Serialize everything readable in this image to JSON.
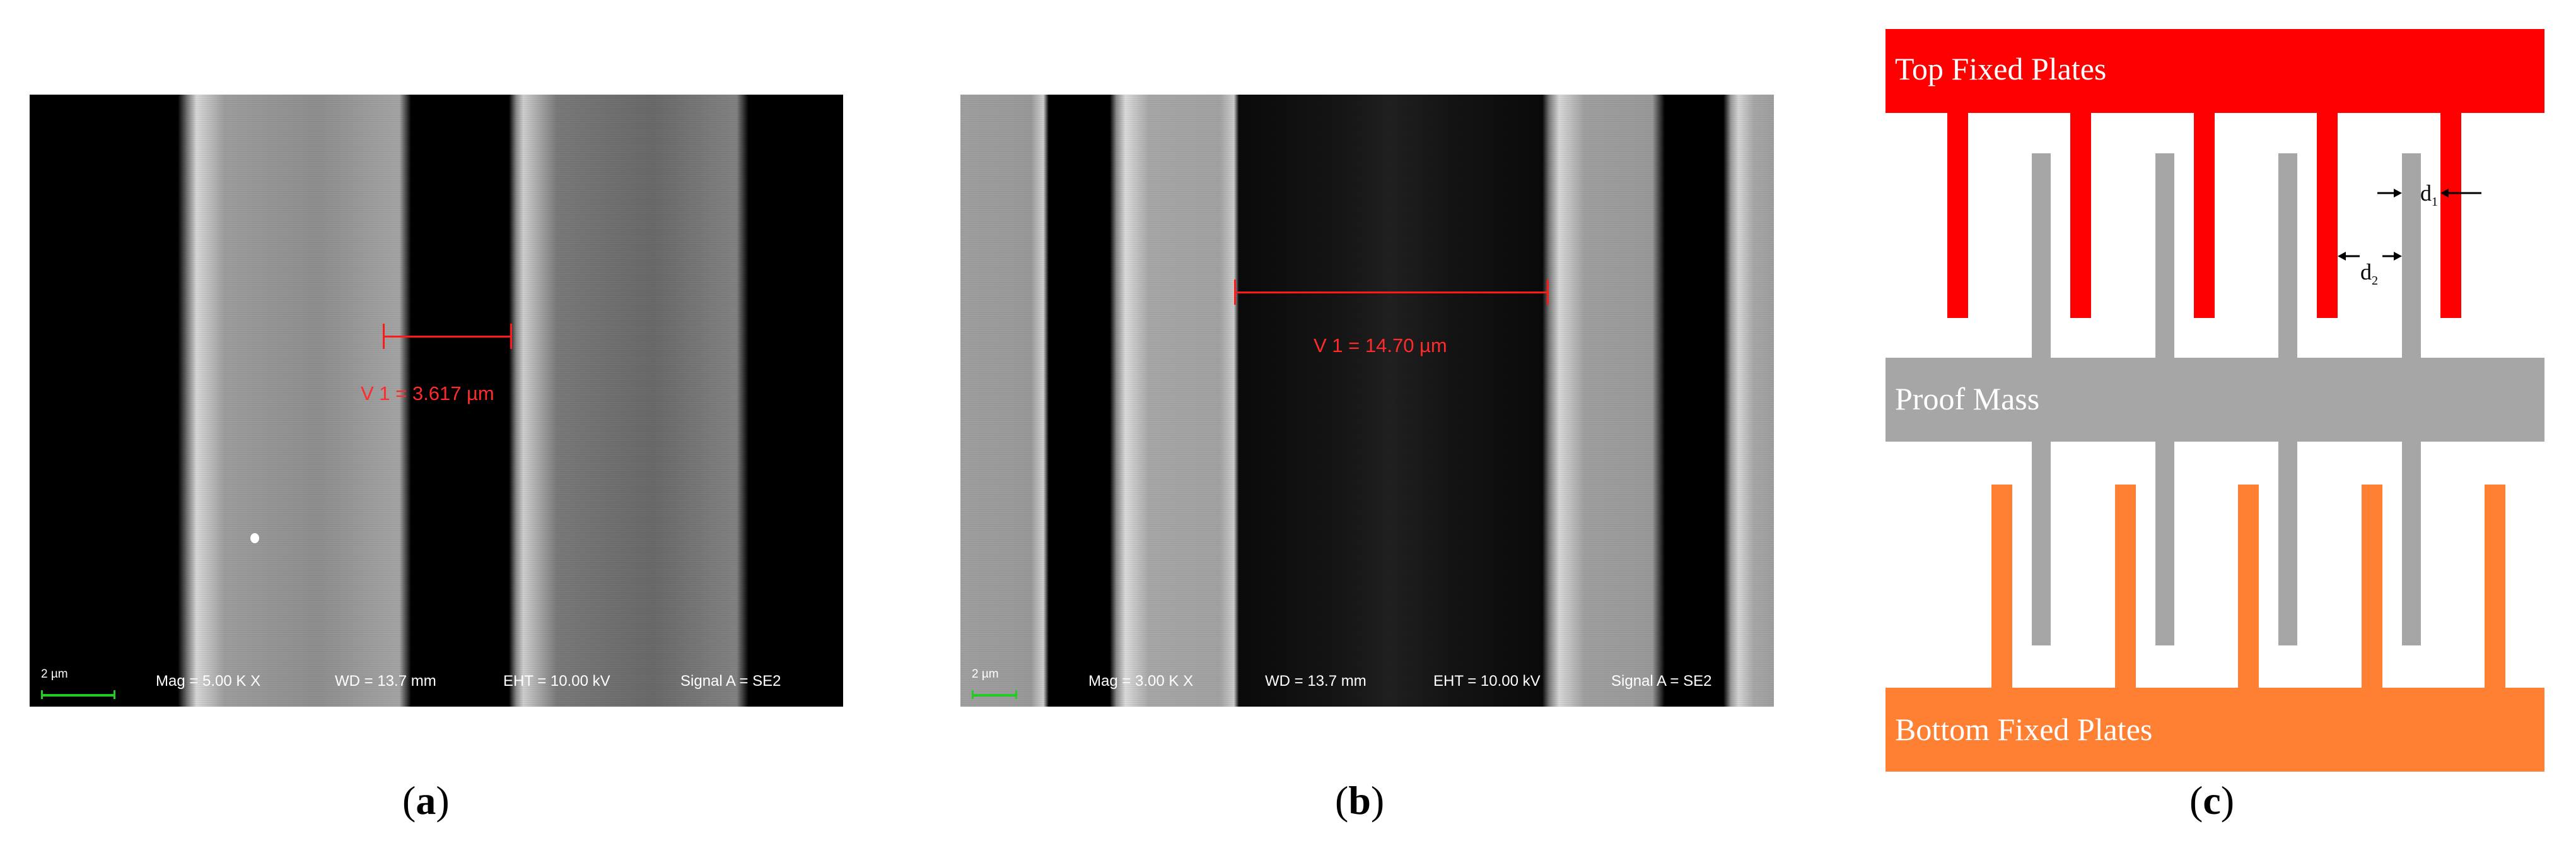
{
  "panel_a": {
    "measurement": "V 1 = 3.617 µm",
    "scale": "2 µm",
    "mag": "Mag =    5.00 K X",
    "wd": "WD = 13.7 mm",
    "eht": "EHT = 10.00 kV",
    "signal": "Signal A = SE2"
  },
  "panel_b": {
    "measurement": "V 1 = 14.70 µm",
    "scale": "2 µm",
    "mag": "Mag =    3.00 K X",
    "wd": "WD = 13.7 mm",
    "eht": "EHT = 10.00 kV",
    "signal": "Signal A = SE2"
  },
  "panel_c": {
    "top_label": "Top Fixed Plates",
    "proof_label": "Proof Mass",
    "bottom_label": "Bottom Fixed Plates",
    "d1_main": "d",
    "d1_sub": "1",
    "d2_main": "d",
    "d2_sub": "2",
    "colors": {
      "top": "#ff0000",
      "proof": "#a6a6a6",
      "bottom": "#ff8033"
    }
  },
  "captions": {
    "a": "a",
    "b": "b",
    "c": "c"
  }
}
